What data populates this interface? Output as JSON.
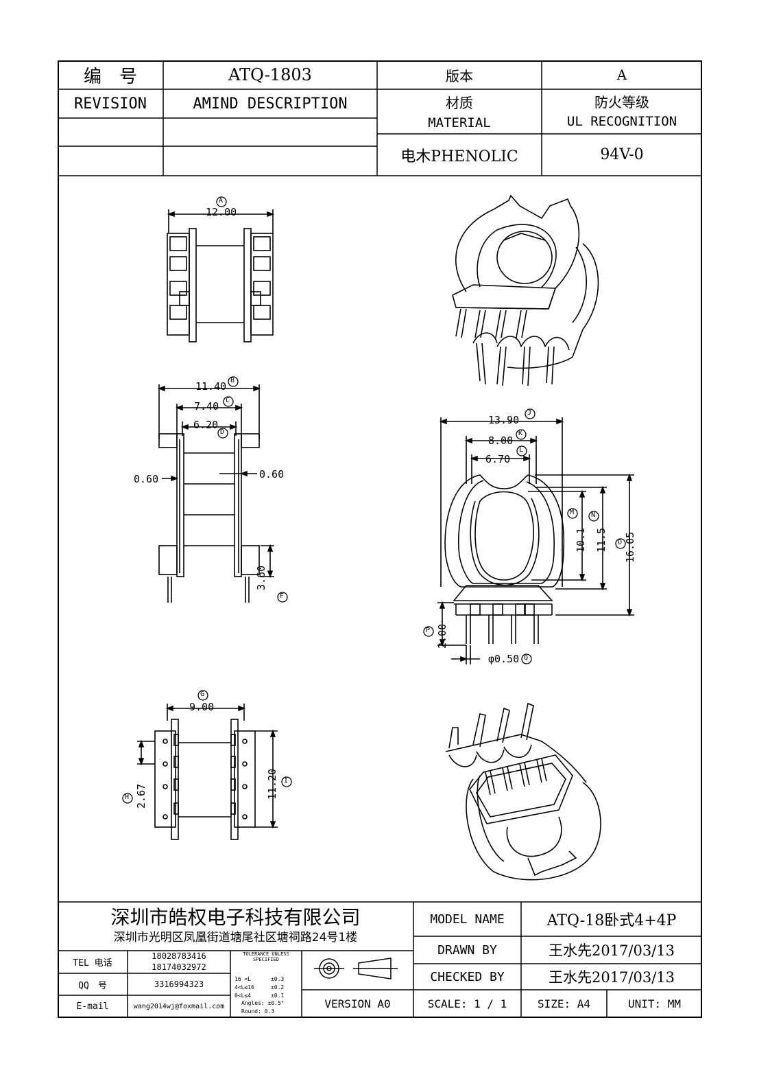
{
  "header": {
    "number_label": "编　号",
    "number_value": "ATQ-1803",
    "version_label": "版本",
    "version_value": "A",
    "revision_label": "REVISION",
    "amind_label": "AMIND DESCRIPTION",
    "material_cn": "材质",
    "material_en": "MATERIAL",
    "ul_cn": "防火等级",
    "ul_en": "UL RECOGNITION",
    "material_value": "电木PHENOLIC",
    "ul_value": "94V-0"
  },
  "views": {
    "top": {
      "dim_a": "12.00",
      "tag_a": "A"
    },
    "side": {
      "dim_b": "11.40",
      "tag_b": "B",
      "dim_c": "7.40",
      "tag_c": "C",
      "dim_d": "6.20",
      "tag_d": "D",
      "wall_left": "0.60",
      "wall_right": "0.60",
      "dim_f": "3.60",
      "tag_f": "F"
    },
    "front": {
      "dim_j": "13.90",
      "tag_j": "J",
      "dim_k": "8.00",
      "tag_k": "K",
      "dim_l": "6.70",
      "tag_l": "L",
      "dim_m": "10.1",
      "tag_m": "M",
      "dim_n": "11.5",
      "tag_n": "N",
      "dim_o": "16.05",
      "tag_o": "O",
      "dim_p": "2.00",
      "tag_p": "P",
      "dim_q": "φ0.50",
      "tag_q": "Q"
    },
    "bottom": {
      "dim_g": "9.00",
      "tag_g": "G",
      "dim_h": "2.67",
      "tag_h": "H",
      "dim_i": "11.20",
      "tag_i": "I"
    }
  },
  "title_block": {
    "company": "深圳市皓权电子科技有限公司",
    "address": "深圳市光明区凤凰街道塘尾社区塘祠路24号1楼",
    "tel_label": "TEL 电话",
    "tel_1": "18028783416",
    "tel_2": "18174032972",
    "qq_label": "QQ　号",
    "qq_value": "3316994323",
    "email_label": "E-mail",
    "email_value": "wang2014wj@foxmail.com",
    "tolerance_title": "TOLERANCE UNLESS SPECIFIED",
    "tol_1": "16 <L      ±0.3",
    "tol_2": "4<L≤16     ±0.2",
    "tol_3": "0<L≤4      ±0.1",
    "tol_angles": "Angles: ±0.5°",
    "tol_round": "Round: 0.3",
    "version": "VERSION A0",
    "model_label": "MODEL NAME",
    "model_value": "ATQ-18卧式4+4P",
    "drawn_label": "DRAWN BY",
    "drawn_value": "王水先2017/03/13",
    "checked_label": "CHECKED BY",
    "checked_value": "王水先2017/03/13",
    "scale_label": "SCALE: 1 / 1",
    "size_label": "SIZE: A4",
    "unit_label": "UNIT: MM"
  }
}
